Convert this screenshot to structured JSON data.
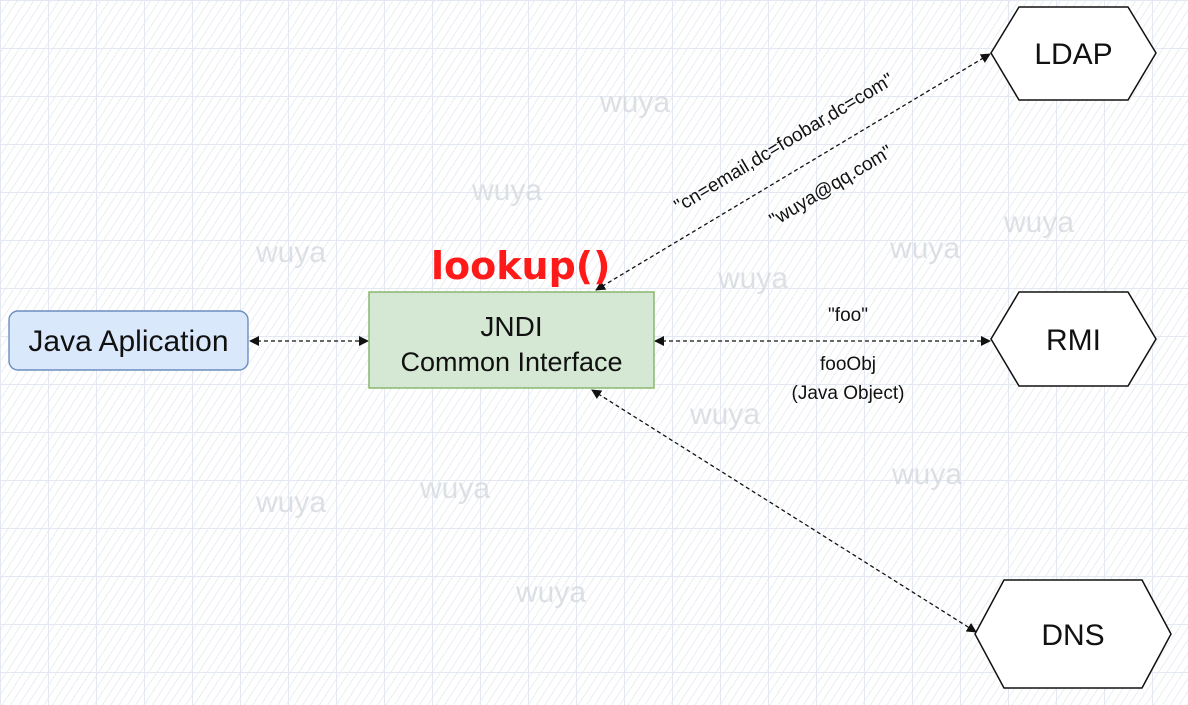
{
  "nodes": {
    "java_app": "Java Aplication",
    "jndi_title": "JNDI",
    "jndi_subtitle": "Common Interface",
    "ldap": "LDAP",
    "rmi": "RMI",
    "dns": "DNS"
  },
  "labels": {
    "lookup": "lookup()",
    "ldap_dn": "\"cn=email,dc=foobar,dc=com\"",
    "ldap_result": "\"wuya@qq.com\"",
    "rmi_name": "\"foo\"",
    "rmi_result_line1": "fooObj",
    "rmi_result_line2": "(Java Object)"
  },
  "watermark": "wuya",
  "colors": {
    "java_app_fill": "#dae8fc",
    "java_app_stroke": "#6c8ebf",
    "jndi_fill": "#d5e8d4",
    "jndi_stroke": "#82b366",
    "lookup_color": "#ff1a1a",
    "edge_color": "#111111"
  }
}
